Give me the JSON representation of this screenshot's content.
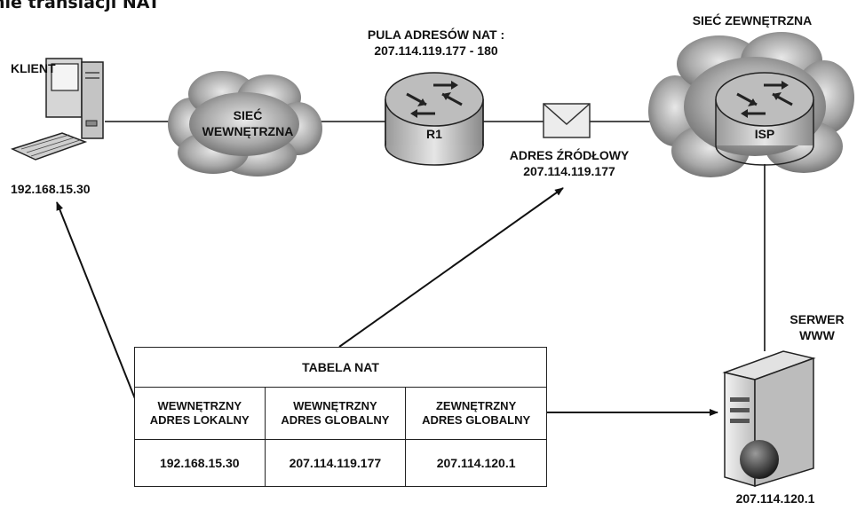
{
  "header_fragment": "nie translacji NAT",
  "client": {
    "label": "KLIENT",
    "ip": "192.168.15.30"
  },
  "inner_net": {
    "line1": "SIEĆ",
    "line2": "WEWNĘTRZNA"
  },
  "nat_pool": {
    "line1": "PULA ADRESÓW NAT :",
    "line2": "207.114.119.177 - 180"
  },
  "router": {
    "label": "R1"
  },
  "packet": {
    "line1": "ADRES ŹRÓDŁOWY",
    "line2": "207.114.119.177"
  },
  "outer_net": {
    "label": "SIEĆ ZEWNĘTRZNA",
    "router_label": "ISP"
  },
  "server": {
    "line1": "SERWER",
    "line2": "WWW",
    "ip": "207.114.120.1"
  },
  "nat_table": {
    "title": "TABELA NAT",
    "headers": [
      {
        "line1": "WEWNĘTRZNY",
        "line2": "ADRES LOKALNY"
      },
      {
        "line1": "WEWNĘTRZNY",
        "line2": "ADRES GLOBALNY"
      },
      {
        "line1": "ZEWNĘTRZNY",
        "line2": "ADRES GLOBALNY"
      }
    ],
    "values": [
      "192.168.15.30",
      "207.114.119.177",
      "207.114.120.1"
    ]
  }
}
